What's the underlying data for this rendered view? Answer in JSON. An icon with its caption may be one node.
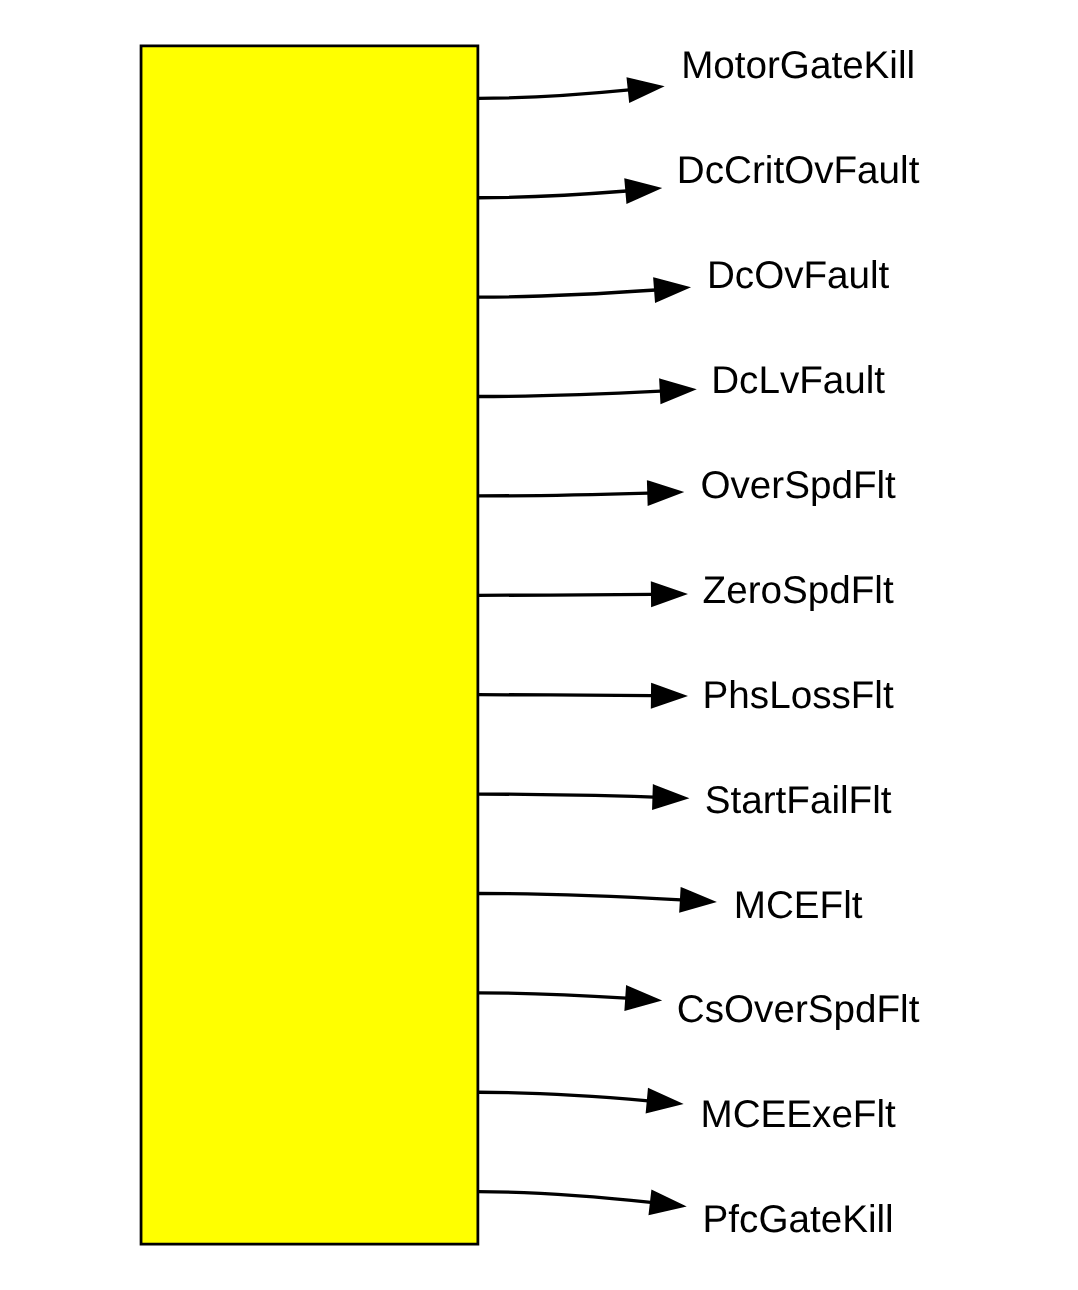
{
  "diagram": {
    "nodes": [
      {
        "text": [],
        "shape": "box"
      },
      {
        "text": [
          "MotorGateKill"
        ]
      },
      {
        "text": [
          "DcCritOvFault"
        ]
      },
      {
        "text": [
          "DcOvFault"
        ]
      },
      {
        "text": [
          "DcLvFault"
        ]
      },
      {
        "text": [
          "OverSpdFlt"
        ]
      },
      {
        "text": [
          "ZeroSpdFlt"
        ]
      },
      {
        "text": [
          "PhsLossFlt"
        ]
      },
      {
        "text": [
          "StartFailFlt"
        ]
      },
      {
        "text": [
          "MCEFlt"
        ]
      },
      {
        "text": [
          "CsOverSpdFlt"
        ]
      },
      {
        "text": [
          "MCEExeFlt"
        ]
      },
      {
        "text": [
          "PfcGateKill"
        ]
      }
    ],
    "edges": [
      {
        "from": 0,
        "to": 1,
        "arrow": "to"
      },
      {
        "from": 0,
        "to": 2,
        "arrow": "to"
      },
      {
        "from": 0,
        "to": 3,
        "arrow": "to"
      },
      {
        "from": 0,
        "to": 4,
        "arrow": "to"
      },
      {
        "from": 0,
        "to": 5,
        "arrow": "to"
      },
      {
        "from": 0,
        "to": 6,
        "arrow": "to"
      },
      {
        "from": 0,
        "to": 7,
        "arrow": "to"
      },
      {
        "from": 0,
        "to": 8,
        "arrow": "to"
      },
      {
        "from": 0,
        "to": 9,
        "arrow": "to"
      },
      {
        "from": 0,
        "to": 10,
        "arrow": "to"
      },
      {
        "from": 0,
        "to": 11,
        "arrow": "to"
      },
      {
        "from": 0,
        "to": 12,
        "arrow": "to"
      }
    ]
  }
}
